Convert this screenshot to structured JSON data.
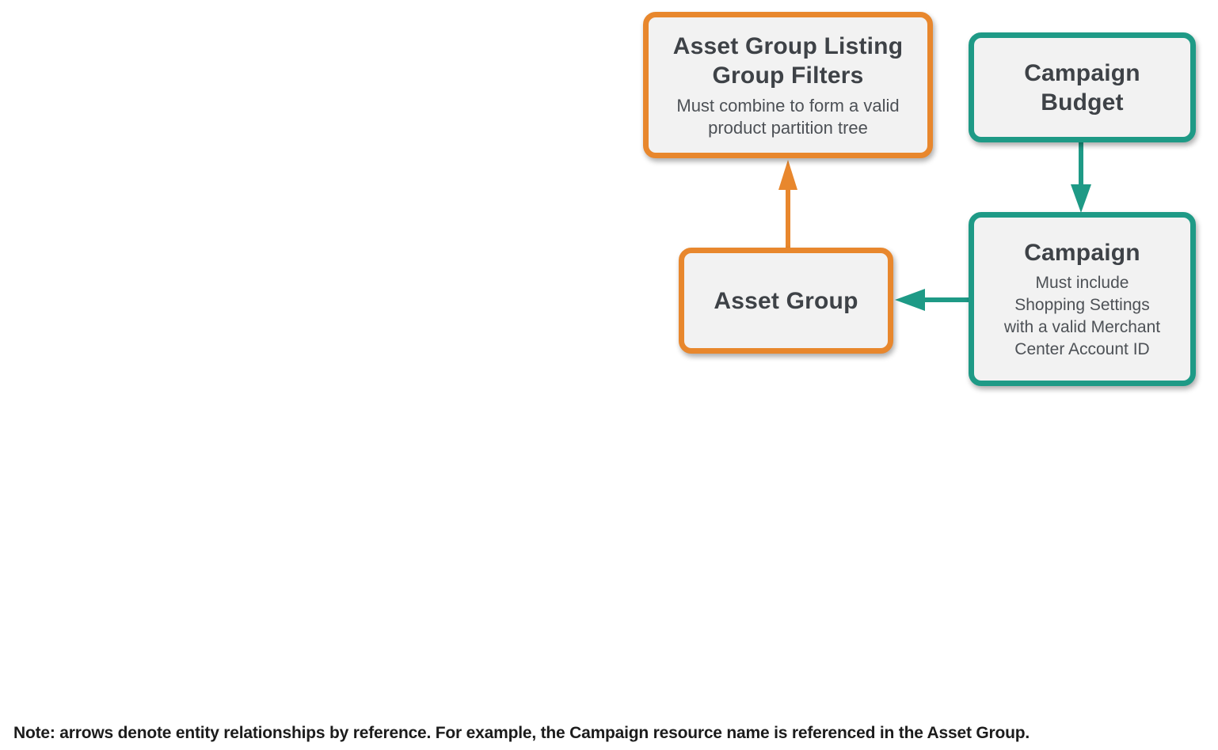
{
  "colors": {
    "accent_orange": "#E8872D",
    "accent_teal": "#1E9A86",
    "box_bg": "#F2F2F2",
    "title_text": "#3E4247",
    "subtitle_text": "#4D5156",
    "note_text": "#1C1C1C"
  },
  "diagram": {
    "nodes": [
      {
        "id": "asset-group-listing-group-filters",
        "title": "Asset Group Listing\nGroup Filters",
        "subtitle": "Must combine to form a valid\nproduct partition tree",
        "accent": "orange"
      },
      {
        "id": "campaign-budget",
        "title": "Campaign\nBudget",
        "accent": "teal"
      },
      {
        "id": "asset-group",
        "title": "Asset Group",
        "accent": "orange"
      },
      {
        "id": "campaign",
        "title": "Campaign",
        "subtitle": "Must include\nShopping Settings\nwith a valid Merchant\nCenter Account ID",
        "accent": "teal"
      }
    ],
    "edges": [
      {
        "from": "Asset Group",
        "to": "Asset Group Listing Group Filters",
        "color": "orange",
        "direction": "up"
      },
      {
        "from": "Campaign Budget",
        "to": "Campaign",
        "color": "teal",
        "direction": "down"
      },
      {
        "from": "Campaign",
        "to": "Asset Group",
        "color": "teal",
        "direction": "left"
      }
    ]
  },
  "note": {
    "text": "Note: arrows denote entity relationships by reference. For example, the Campaign resource name is referenced in the Asset Group."
  }
}
